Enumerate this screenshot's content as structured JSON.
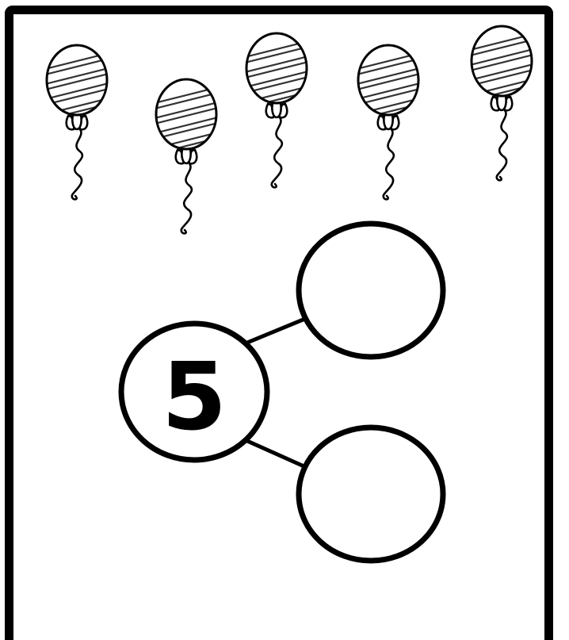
{
  "worksheet": {
    "title": "",
    "whole_number": "5",
    "balloon_count": 5,
    "part_circles": 2,
    "icon": "balloon-icon",
    "ink_color": "#000000",
    "paper_color": "#ffffff",
    "stripe_color": "#333333"
  }
}
